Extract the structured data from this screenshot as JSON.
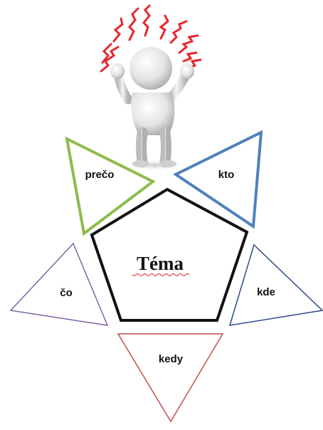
{
  "center": {
    "label": "Téma",
    "stroke": "#111111"
  },
  "questions": [
    {
      "key": "preco",
      "label": "prečo",
      "stroke": "#8dbb4c",
      "direction": "down"
    },
    {
      "key": "kto",
      "label": "kto",
      "stroke": "#4f81bd",
      "direction": "up"
    },
    {
      "key": "co",
      "label": "čo",
      "stroke": "#8064a2",
      "direction": "up"
    },
    {
      "key": "kde",
      "label": "kde",
      "stroke": "#2d4a8a",
      "direction": "up"
    },
    {
      "key": "kedy",
      "label": "kedy",
      "stroke": "#c0504d",
      "direction": "down"
    }
  ],
  "figure": {
    "icon": "stressed-person-icon",
    "bolt_color": "#e8262b",
    "body_color": "#e6e6e6"
  }
}
